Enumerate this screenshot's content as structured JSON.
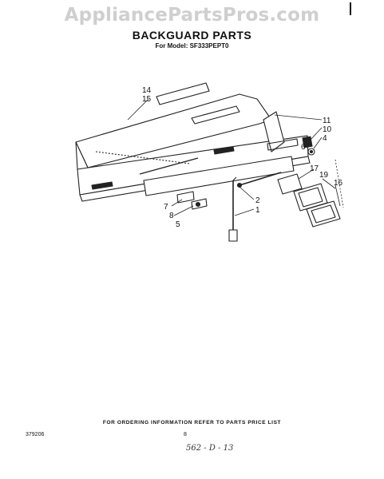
{
  "watermark": "AppliancePartsPros.com",
  "title": "BACKGUARD PARTS",
  "subtitle": "For Model: SF333PEPT0",
  "footer_note": "FOR ORDERING INFORMATION REFER TO PARTS PRICE LIST",
  "doc_code": "379206",
  "page_number": "8",
  "handwritten_note": "562 - D - 13",
  "callouts": {
    "c14": "14",
    "c15": "15",
    "c11": "11",
    "c10": "10",
    "c4": "4",
    "c6": "6",
    "c17": "17",
    "c19": "19",
    "c16": "16",
    "c2": "2",
    "c1": "1",
    "c7": "7",
    "c8": "8",
    "c5": "5"
  }
}
